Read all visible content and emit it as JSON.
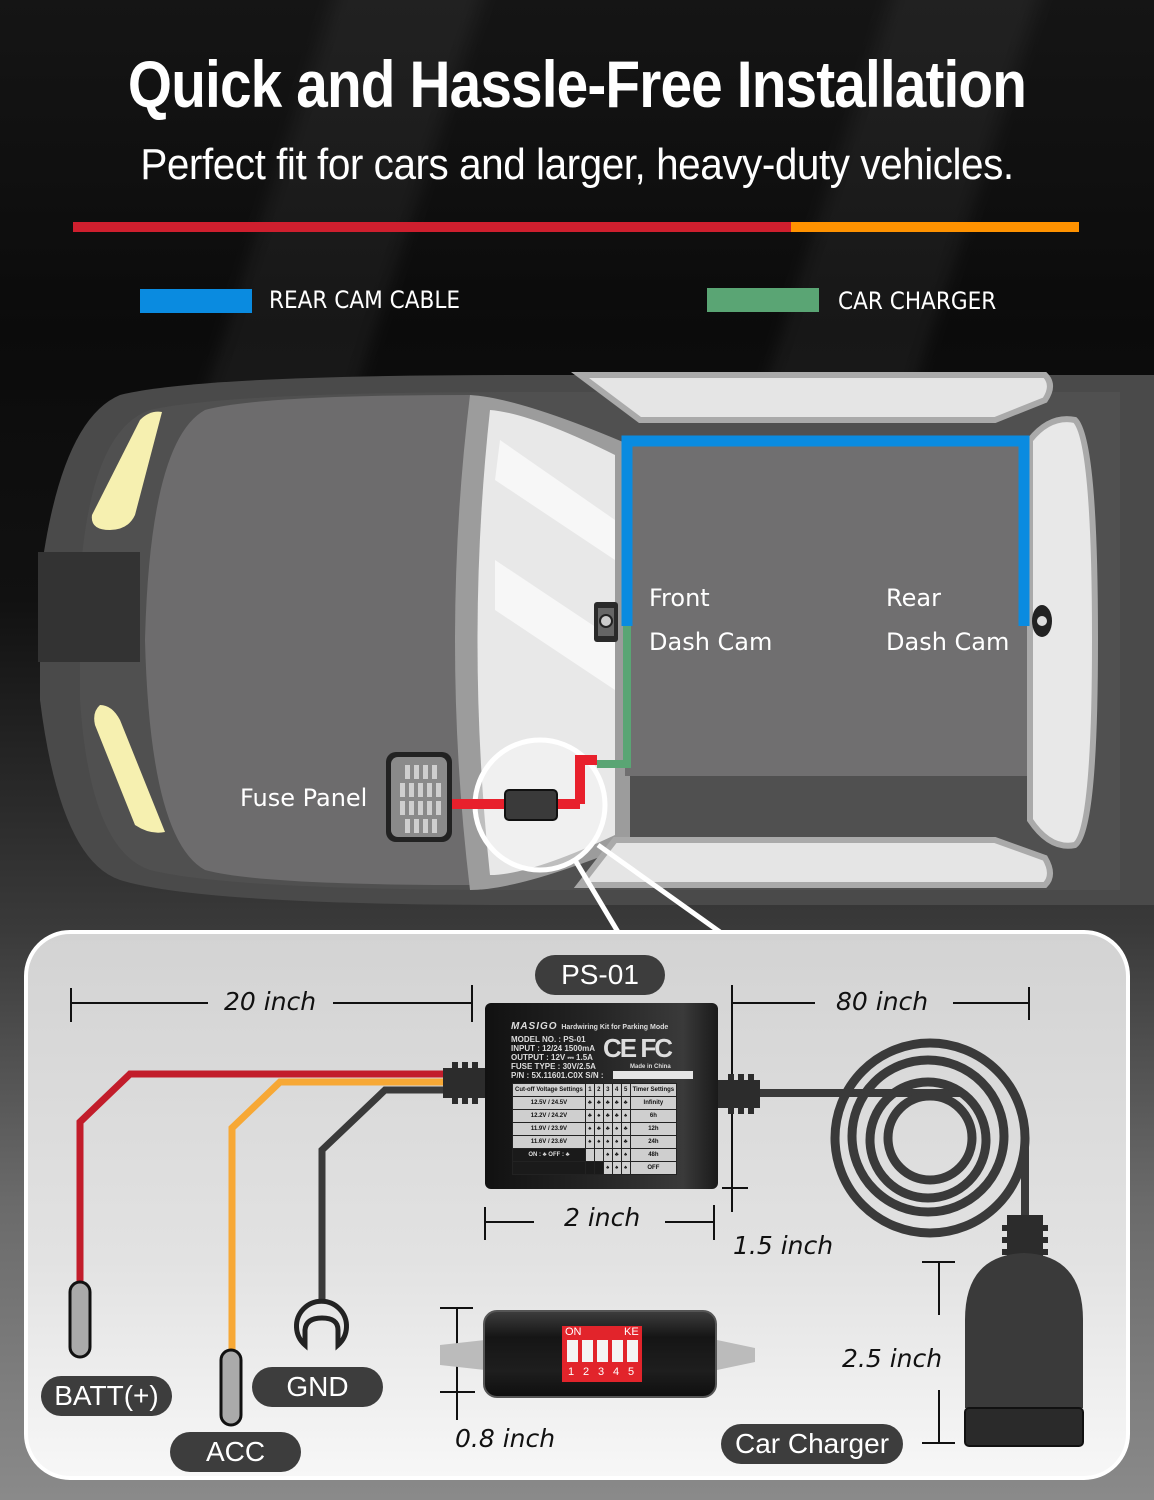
{
  "header": {
    "title": "Quick and Hassle-Free Installation",
    "subtitle": "Perfect fit for cars and larger, heavy-duty vehicles.",
    "accent_colors": {
      "red": "#cf1f2e",
      "orange": "#ff9200"
    }
  },
  "legend": [
    {
      "label": "REAR CAM CABLE",
      "color": "#0a8be0"
    },
    {
      "label": "CAR CHARGER",
      "color": "#5aa574"
    }
  ],
  "car_diagram": {
    "fuse_panel_label": "Fuse Panel",
    "front_cam_label": [
      "Front",
      "Dash Cam"
    ],
    "rear_cam_label": [
      "Rear",
      "Dash Cam"
    ],
    "wire_colors": {
      "rear_cam_cable": "#0a8be0",
      "car_charger": "#5aa574",
      "hardwire": "#e8202c"
    }
  },
  "detail": {
    "model_pill": "PS-01",
    "dimensions": {
      "input_wire": "20 inch",
      "output_cable": "80 inch",
      "module_width": "2 inch",
      "module_height": "1.5 inch",
      "socket_height": "2.5 inch",
      "switch_height": "0.8 inch"
    },
    "terminals": [
      {
        "label": "BATT(+)",
        "wire_color": "#c21d2b"
      },
      {
        "label": "ACC",
        "wire_color": "#f7a835"
      },
      {
        "label": "GND",
        "wire_color": "#3a3a3a"
      }
    ],
    "car_charger_label": "Car Charger",
    "module_label": {
      "brand": "MASIGO",
      "product": "Hardwiring Kit for Parking Mode",
      "specs": [
        "MODEL NO. : PS-01",
        "INPUT : 12/24 1500mA",
        "OUTPUT : 12V ⎓ 1.5A",
        "FUSE TYPE : 30V/2.5A",
        "P/N : 5X.11601.C0X   S/N :"
      ],
      "certifications": "CE FC",
      "made_in": "Made in China",
      "table": {
        "headers": [
          "Cut-off Voltage Settings",
          "1",
          "2",
          "3",
          "4",
          "5",
          "Timer Settings"
        ],
        "voltage_rows": [
          "12.5V / 24.5V",
          "12.2V / 24.2V",
          "11.9V / 23.9V",
          "11.6V / 23.6V"
        ],
        "timer_rows": [
          "Infinity",
          "6h",
          "12h",
          "24h",
          "48h",
          "OFF"
        ],
        "legend_on": "ON : ♣",
        "legend_off": "OFF : ♣"
      }
    },
    "dip_switch": {
      "on_label": "ON",
      "ke_label": "KE",
      "switch_numbers": [
        "1",
        "2",
        "3",
        "4",
        "5"
      ]
    }
  }
}
